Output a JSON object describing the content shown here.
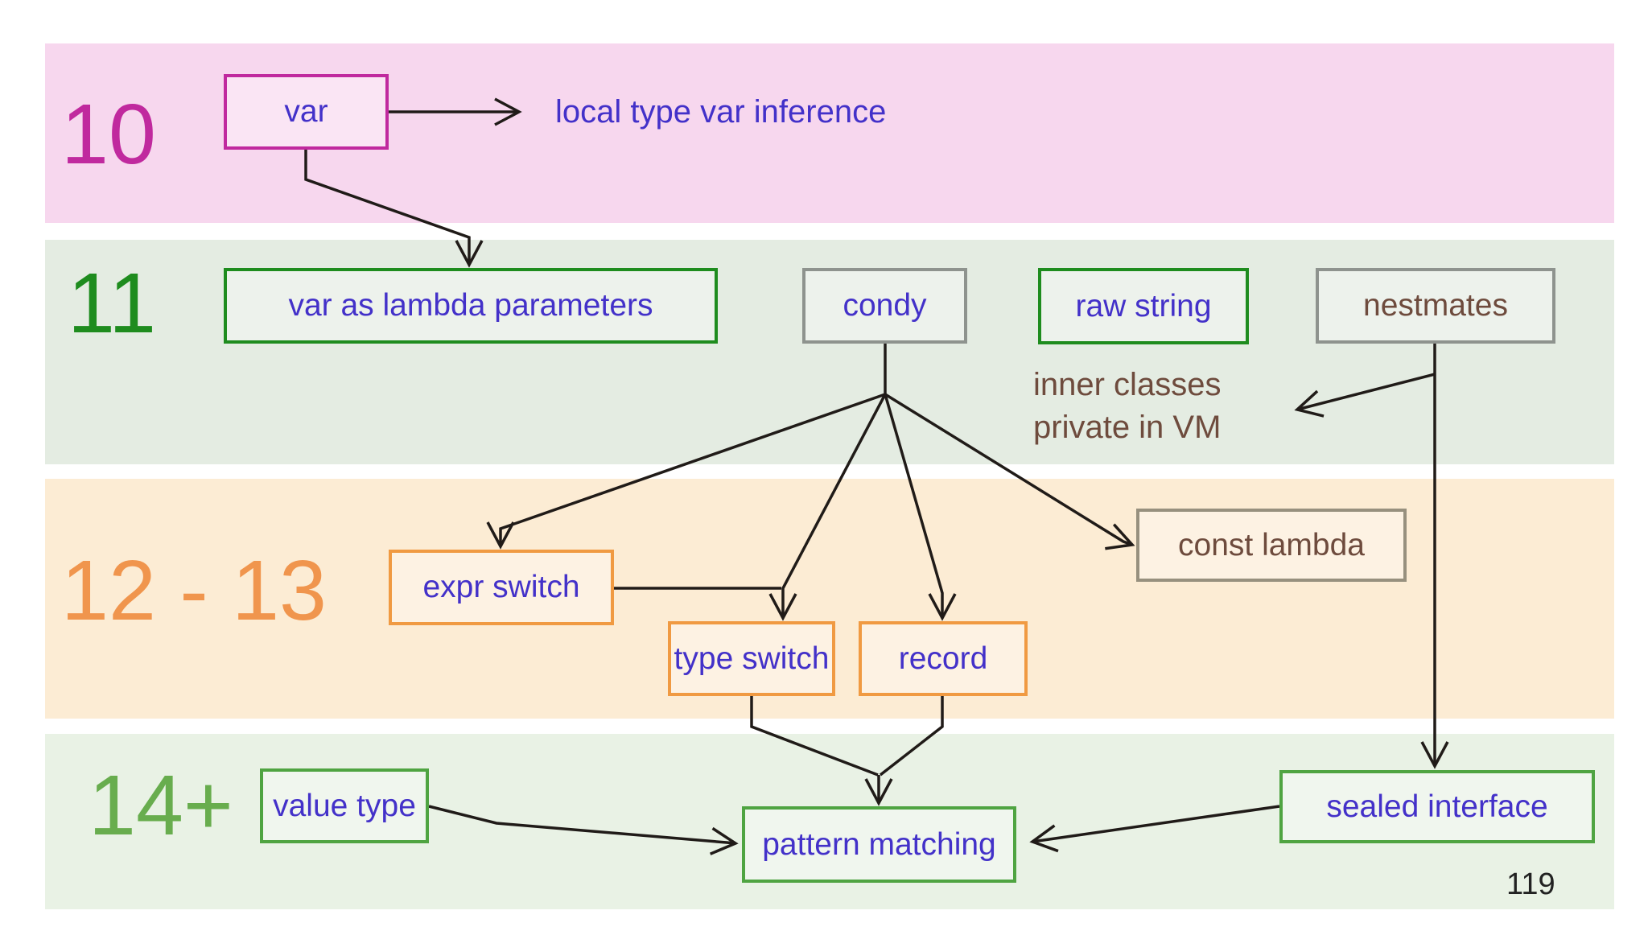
{
  "rows": [
    {
      "label": "10",
      "color": "#c0299e",
      "band_color": "#f7d7ee"
    },
    {
      "label": "11",
      "color": "#1e8c1e",
      "band_color": "#e4ece2"
    },
    {
      "label": "12 - 13",
      "color": "#f0954d",
      "band_color": "#fcecd4"
    },
    {
      "label": "14+",
      "color": "#68ad4e",
      "band_color": "#e9f2e5"
    }
  ],
  "nodes": {
    "var": {
      "label": "var",
      "border_color": "#c0299e",
      "text_color": "#4331c9"
    },
    "var_lambda_params": {
      "label": "var as lambda parameters",
      "border_color": "#1e8c1e",
      "text_color": "#4331c9"
    },
    "condy": {
      "label": "condy",
      "border_color": "#8e938e",
      "text_color": "#4331c9"
    },
    "raw_string": {
      "label": "raw string",
      "border_color": "#1e8c1e",
      "text_color": "#4331c9"
    },
    "nestmates": {
      "label": "nestmates",
      "border_color": "#8e938e",
      "text_color": "#6e4b3d"
    },
    "expr_switch": {
      "label": "expr switch",
      "border_color": "#f09a42",
      "text_color": "#4331c9"
    },
    "type_switch": {
      "label": "type switch",
      "border_color": "#f09a42",
      "text_color": "#4331c9"
    },
    "record": {
      "label": "record",
      "border_color": "#f09a42",
      "text_color": "#4331c9"
    },
    "const_lambda": {
      "label": "const lambda",
      "border_color": "#97907e",
      "text_color": "#6e4b3d"
    },
    "value_type": {
      "label": "value type",
      "border_color": "#4fa441",
      "text_color": "#4331c9"
    },
    "pattern_matching": {
      "label": "pattern matching",
      "border_color": "#4fa441",
      "text_color": "#4331c9"
    },
    "sealed_interface": {
      "label": "sealed interface",
      "border_color": "#4fa441",
      "text_color": "#4331c9"
    }
  },
  "annotations": {
    "local_type_inference": {
      "label": "local type var inference",
      "color": "#4331c9"
    },
    "inner_classes": {
      "line1": "inner classes",
      "line2": "private in VM",
      "color": "#6e4b3d"
    }
  },
  "edges": [
    {
      "from": "var",
      "to": "local type var inference"
    },
    {
      "from": "var",
      "to": "var as lambda parameters"
    },
    {
      "from": "condy",
      "to": "expr switch"
    },
    {
      "from": "condy",
      "to": "type switch"
    },
    {
      "from": "condy",
      "to": "record"
    },
    {
      "from": "condy",
      "to": "const lambda"
    },
    {
      "from": "expr switch",
      "to": "type switch"
    },
    {
      "from": "nestmates",
      "to": "inner classes private in VM"
    },
    {
      "from": "nestmates",
      "to": "sealed interface"
    },
    {
      "from": "type switch",
      "to": "pattern matching"
    },
    {
      "from": "record",
      "to": "pattern matching"
    },
    {
      "from": "value type",
      "to": "pattern matching"
    },
    {
      "from": "sealed interface",
      "to": "pattern matching"
    }
  ],
  "page_number": "119",
  "colors": {
    "arrow": "#201b18",
    "background": "#ffffff"
  }
}
